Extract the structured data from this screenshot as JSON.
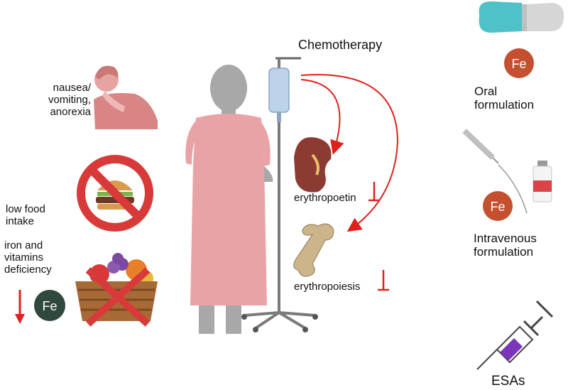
{
  "labels": {
    "chemotherapy": "Chemotherapy",
    "nausea": [
      "nausea/",
      "vomiting,",
      "anorexia"
    ],
    "low_food_intake": [
      "low food",
      "intake"
    ],
    "iron_deficiency": [
      "iron and",
      "vitamins",
      "deficiency"
    ],
    "erythropoetin": "erythropoetin",
    "erythropoiesis": "erythropoiesis",
    "oral_formulation": [
      "Oral",
      "formulation"
    ],
    "intravenous_formulation": [
      "Intravenous",
      "formulation"
    ],
    "esas": "ESAs",
    "fe": "Fe"
  },
  "colors": {
    "arrow_red": "#e0201b",
    "fe_dark": "#2f4a3c",
    "fe_orange": "#c4502f",
    "patient_gray": "#a8a8a8",
    "gown_pink": "#e9a3a7",
    "capsule_teal": "#4fc1c8",
    "no_sign_red": "#d83a3a"
  }
}
